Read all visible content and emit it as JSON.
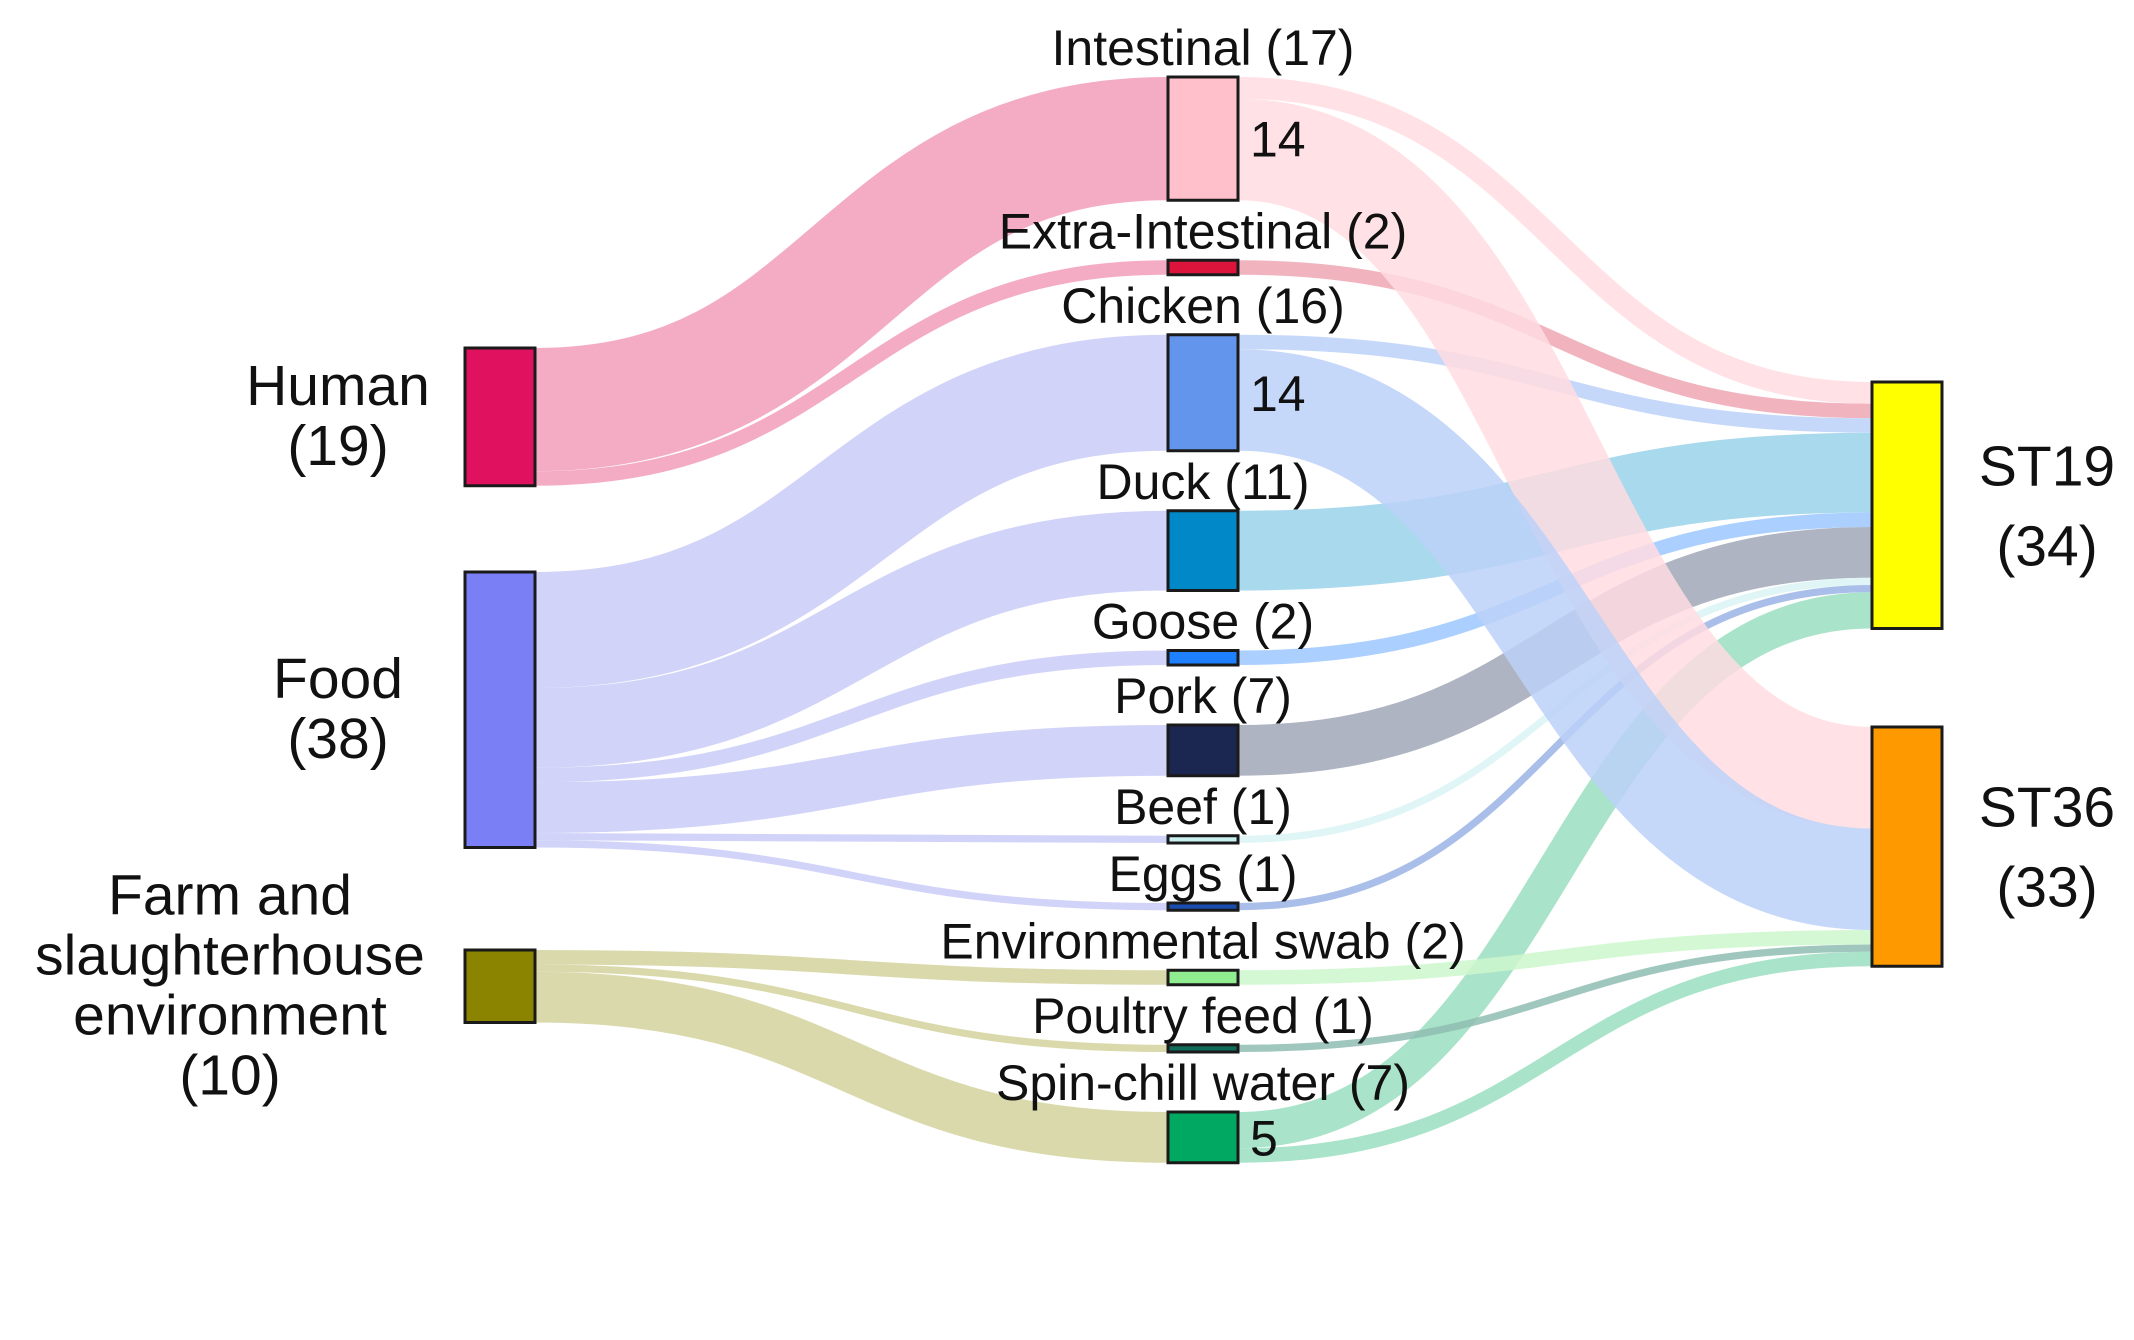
{
  "diagram": {
    "type": "sankey",
    "columns": [
      {
        "id": "source",
        "nodes": [
          {
            "id": "human",
            "lines": [
              "Human",
              "(19)"
            ],
            "value": 19,
            "color": "#E0115F"
          },
          {
            "id": "food",
            "lines": [
              "Food",
              "(38)"
            ],
            "value": 38,
            "color": "#7B7FF5"
          },
          {
            "id": "farm",
            "lines": [
              "Farm and",
              "slaughterhouse",
              "environment",
              "(10)"
            ],
            "value": 10,
            "color": "#8A8400"
          }
        ]
      },
      {
        "id": "subtype",
        "nodes": [
          {
            "id": "intestinal",
            "label": "Intestinal (17)",
            "value": 17,
            "color": "#FFC0CB",
            "inner_label": "14"
          },
          {
            "id": "extra_intestinal",
            "label": "Extra-Intestinal (2)",
            "value": 2,
            "color": "#DC143C"
          },
          {
            "id": "chicken",
            "label": "Chicken (16)",
            "value": 16,
            "color": "#6495ED",
            "inner_label": "14"
          },
          {
            "id": "duck",
            "label": "Duck (11)",
            "value": 11,
            "color": "#0088C8"
          },
          {
            "id": "goose",
            "label": "Goose (2)",
            "value": 2,
            "color": "#1E7FFF"
          },
          {
            "id": "pork",
            "label": "Pork (7)",
            "value": 7,
            "color": "#1C2751"
          },
          {
            "id": "beef",
            "label": "Beef (1)",
            "value": 1,
            "color": "#C8F0F0"
          },
          {
            "id": "eggs",
            "label": "Eggs (1)",
            "value": 1,
            "color": "#1A4DB0"
          },
          {
            "id": "env_swab",
            "label": "Environmental swab (2)",
            "value": 2,
            "color": "#90EE90"
          },
          {
            "id": "poultry_feed",
            "label": "Poultry feed (1)",
            "value": 1,
            "color": "#0F6B5A"
          },
          {
            "id": "spin_chill",
            "label": "Spin-chill water (7)",
            "value": 7,
            "color": "#00A862",
            "inner_label": "5"
          }
        ]
      },
      {
        "id": "sequence_type",
        "nodes": [
          {
            "id": "st19",
            "lines": [
              "ST19",
              "(34)"
            ],
            "value": 34,
            "color": "#FFFF00"
          },
          {
            "id": "st36",
            "lines": [
              "ST36",
              "(33)"
            ],
            "value": 33,
            "color": "#FF9900"
          }
        ]
      }
    ],
    "links": [
      {
        "source": "human",
        "target": "intestinal",
        "value": 17,
        "color": "#F29DBB"
      },
      {
        "source": "human",
        "target": "extra_intestinal",
        "value": 2,
        "color": "#F29DBB"
      },
      {
        "source": "food",
        "target": "chicken",
        "value": 16,
        "color": "#C9CBF8"
      },
      {
        "source": "food",
        "target": "duck",
        "value": 11,
        "color": "#C9CBF8"
      },
      {
        "source": "food",
        "target": "goose",
        "value": 2,
        "color": "#C9CBF8"
      },
      {
        "source": "food",
        "target": "pork",
        "value": 7,
        "color": "#C9CBF8"
      },
      {
        "source": "food",
        "target": "beef",
        "value": 1,
        "color": "#C9CBF8"
      },
      {
        "source": "food",
        "target": "eggs",
        "value": 1,
        "color": "#C9CBF8"
      },
      {
        "source": "farm",
        "target": "env_swab",
        "value": 2,
        "color": "#D4D29C"
      },
      {
        "source": "farm",
        "target": "poultry_feed",
        "value": 1,
        "color": "#D4D29C"
      },
      {
        "source": "farm",
        "target": "spin_chill",
        "value": 7,
        "color": "#D4D29C"
      },
      {
        "source": "intestinal",
        "target": "st19",
        "value": 3,
        "color": "#FFDCE2"
      },
      {
        "source": "extra_intestinal",
        "target": "st19",
        "value": 2,
        "color": "#EFA7B4"
      },
      {
        "source": "chicken",
        "target": "st19",
        "value": 2,
        "color": "#BCD1F8"
      },
      {
        "source": "duck",
        "target": "st19",
        "value": 11,
        "color": "#9AD2EA"
      },
      {
        "source": "goose",
        "target": "st19",
        "value": 2,
        "color": "#9CC8FF"
      },
      {
        "source": "pork",
        "target": "st19",
        "value": 7,
        "color": "#A1A7B7"
      },
      {
        "source": "beef",
        "target": "st19",
        "value": 1,
        "color": "#DAF5F5"
      },
      {
        "source": "eggs",
        "target": "st19",
        "value": 1,
        "color": "#9BB3E6"
      },
      {
        "source": "spin_chill",
        "target": "st19",
        "value": 5,
        "color": "#9ADEC0"
      },
      {
        "source": "intestinal",
        "target": "st36",
        "value": 14,
        "color": "#FFDCE2"
      },
      {
        "source": "chicken",
        "target": "st36",
        "value": 14,
        "color": "#BCD1F8"
      },
      {
        "source": "env_swab",
        "target": "st36",
        "value": 2,
        "color": "#CDF7CD"
      },
      {
        "source": "poultry_feed",
        "target": "st36",
        "value": 1,
        "color": "#8FBDB1"
      },
      {
        "source": "spin_chill",
        "target": "st36",
        "value": 2,
        "color": "#9ADEC0"
      }
    ]
  }
}
